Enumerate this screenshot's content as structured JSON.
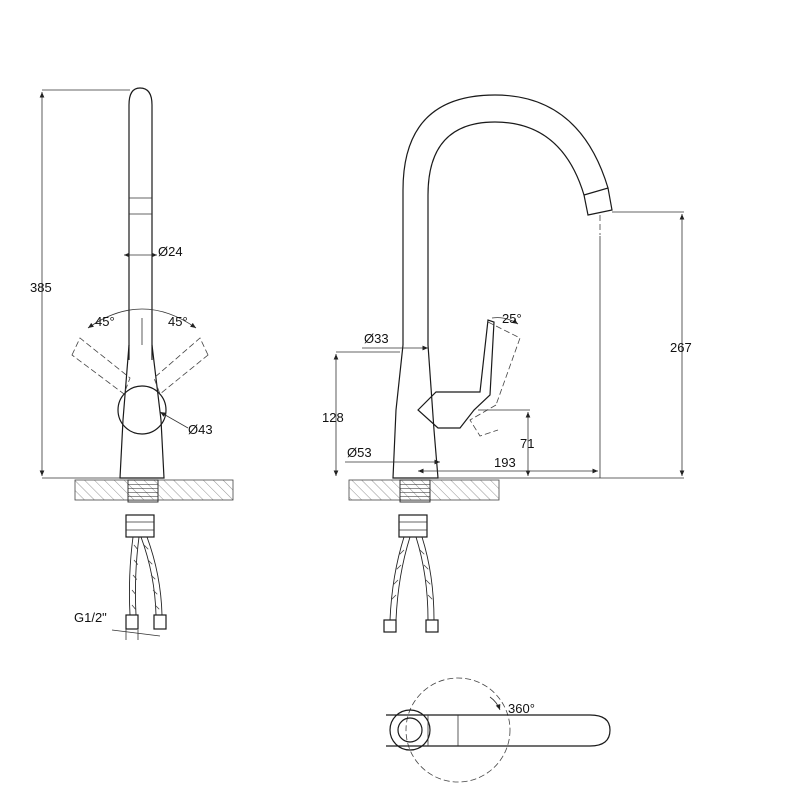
{
  "dimensions": {
    "overall_height": "385",
    "spout_diameter": "Ø24",
    "handle_angle_left": "45°",
    "handle_angle_right": "45°",
    "body_diameter": "Ø43",
    "thread": "G1/2\"",
    "neck_diameter": "Ø33",
    "lever_angle": "25°",
    "base_height": "128",
    "spout_height": "267",
    "handle_height": "71",
    "base_diameter": "Ø53",
    "spout_reach": "193",
    "rotation": "360°"
  }
}
